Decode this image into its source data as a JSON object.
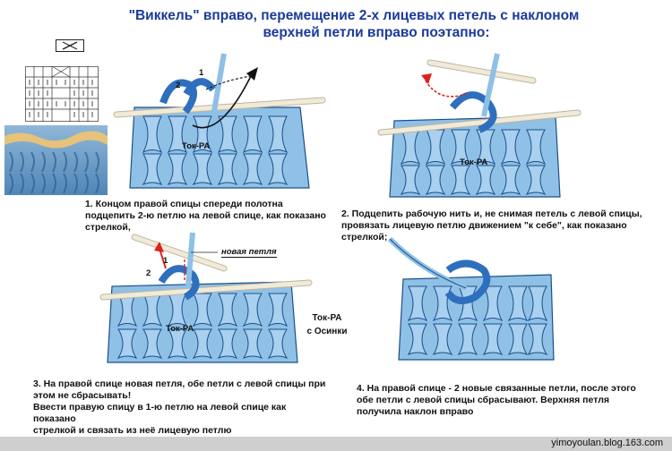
{
  "title": {
    "line1": "\"Виккель\" вправо, перемещение 2-х лицевых   петель с наклоном",
    "line2": "верхней петли вправо поэтапно:"
  },
  "steps": [
    {
      "caption_lines": [
        "1. Концом правой спицы спереди полотна",
        "подцепить 2-ю петлю на левой спице, как показано",
        "стрелкой,"
      ],
      "watermark": "Ток-РА",
      "num_1": "1",
      "num_2": "2"
    },
    {
      "caption_lines": [
        "2. Подцепить рабочую нить и, не снимая петель с левой спицы,",
        "провязать лицевую петлю движением \"к себе\", как показано",
        "стрелкой;"
      ],
      "watermark": "Ток-РА"
    },
    {
      "caption_lines": [
        "3. На правой спице новая петля, обе петли с левой спицы при",
        "этом не сбрасывать!",
        "Ввести правую спицу в 1-ю петлю на левой спице как показано",
        "стрелкой и связать из неё лицевую петлю"
      ],
      "watermark": "Ток-РА",
      "new_loop_label": "новая петля",
      "num_1": "1",
      "num_2": "2"
    },
    {
      "caption_lines": [
        "4. На правой спице - 2 новые связанные петли, после этого",
        "обе петли с левой спицы сбрасывают. Верхняя петля",
        "получила наклон вправо"
      ]
    }
  ],
  "credit": {
    "line1": "Ток-РА",
    "line2": "с Осинки"
  },
  "footer": {
    "url": "yimoyoulan.blog.163.com"
  },
  "colors": {
    "title": "#1b3a9a",
    "yarn": "#8fc0e6",
    "yarn_dark": "#2e6fbd",
    "outline": "#1a4f8a",
    "needle": "#f1ead8",
    "arrow_red": "#d9231c"
  }
}
